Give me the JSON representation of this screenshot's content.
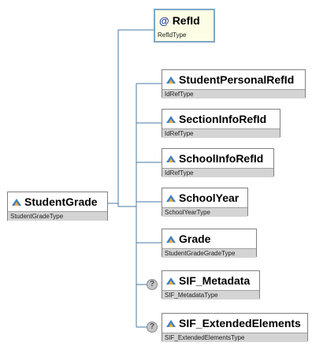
{
  "root": {
    "name": "StudentGrade",
    "type": "StudentGradeType",
    "icon": "element-icon"
  },
  "attribute": {
    "name": "RefId",
    "type": "RefIdType",
    "icon": "@"
  },
  "children": [
    {
      "name": "StudentPersonalRefId",
      "type": "IdRefType",
      "optional": false
    },
    {
      "name": "SectionInfoRefId",
      "type": "IdRefType",
      "optional": false
    },
    {
      "name": "SchoolInfoRefId",
      "type": "IdRefType",
      "optional": false
    },
    {
      "name": "SchoolYear",
      "type": "SchoolYearType",
      "optional": false
    },
    {
      "name": "Grade",
      "type": "StudentGradeGradeType",
      "optional": false
    },
    {
      "name": "SIF_Metadata",
      "type": "SIF_MetadataType",
      "optional": true
    },
    {
      "name": "SIF_ExtendedElements",
      "type": "SIF_ExtendedElementsType",
      "optional": true
    }
  ],
  "optional_marker": "?",
  "colors": {
    "connector": "#4a7aa5",
    "type_bar": "#d4d4d4",
    "attr_bg": "#fdfde6",
    "optional": "#c6c6c6"
  }
}
